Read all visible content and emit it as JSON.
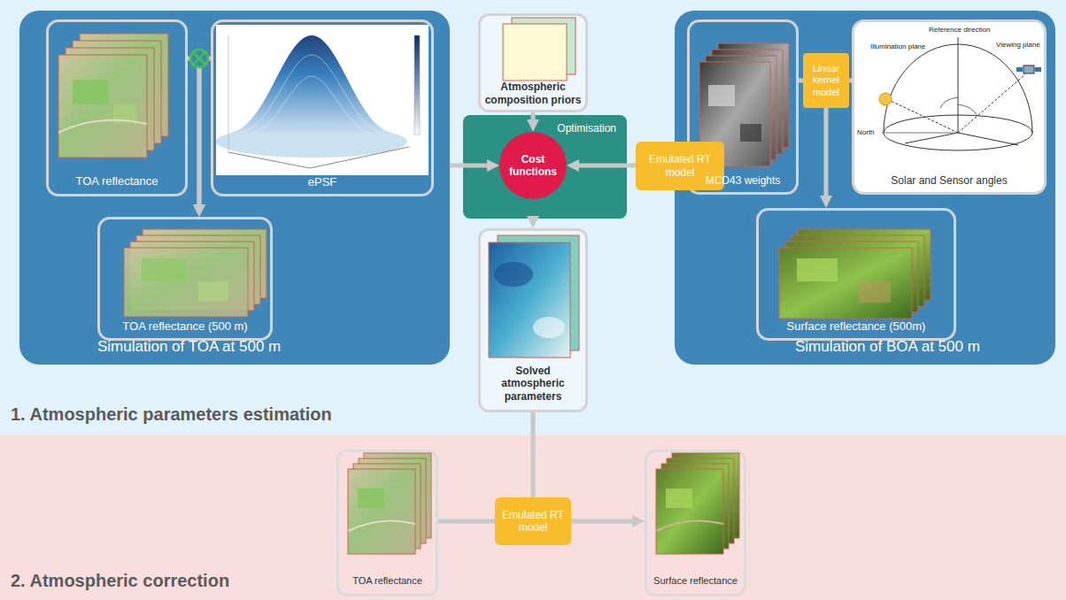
{
  "diagram": {
    "nodes": [
      {
        "text": [
          "1. Atmospheric parameters estimation"
        ]
      },
      {
        "text": [
          "Simulation of TOA at 500 m"
        ],
        "in": 0
      },
      {
        "text": [
          "TOA reflectance"
        ],
        "in": 1
      },
      {
        "text": [
          "ePSF"
        ],
        "in": 1
      },
      {
        "text": [
          "TOA reflectance (500 m)"
        ],
        "in": 1
      },
      {
        "text": [
          "Atmospheric composition priors"
        ],
        "in": 0
      },
      {
        "text": [
          "Optimisation"
        ],
        "in": 0
      },
      {
        "text": [
          "Cost functions"
        ],
        "in": 6
      },
      {
        "text": [
          "Emulated RT model"
        ],
        "in": 0
      },
      {
        "text": [
          "Simulation of BOA at 500 m"
        ],
        "in": 0
      },
      {
        "text": [
          "MCD43 weights"
        ],
        "in": 9
      },
      {
        "text": [
          "Linear kernel model"
        ],
        "in": 9
      },
      {
        "text": [
          "Solar and Sensor angles"
        ],
        "in": 9
      },
      {
        "text": [
          "Surface reflectance (500m)"
        ],
        "in": 9
      },
      {
        "text": [
          "Solved atmospheric parameters"
        ],
        "in": 0
      },
      {
        "text": [
          "2. Atmospheric correction"
        ]
      },
      {
        "text": [
          "TOA reflectance"
        ],
        "in": 15
      },
      {
        "text": [
          "Emulated RT model"
        ],
        "in": 15
      },
      {
        "text": [
          "Surface reflectance"
        ],
        "in": 15
      }
    ],
    "edges": [
      {
        "from": 1,
        "to": 7,
        "arrow": "to"
      },
      {
        "from": 2,
        "to": 4,
        "arrow": "to"
      },
      {
        "from": 3,
        "to": 4,
        "arrow": "to"
      },
      {
        "from": 5,
        "to": 7,
        "arrow": "to"
      },
      {
        "from": 8,
        "to": 7,
        "arrow": "to"
      },
      {
        "from": 6,
        "to": 14,
        "arrow": "to"
      },
      {
        "from": 10,
        "to": 11,
        "arrow": "none"
      },
      {
        "from": 12,
        "to": 11,
        "arrow": "none"
      },
      {
        "from": 11,
        "to": 13,
        "arrow": "to"
      },
      {
        "from": 14,
        "to": 17,
        "arrow": "none"
      },
      {
        "from": 16,
        "to": 17,
        "arrow": "none"
      },
      {
        "from": 17,
        "to": 18,
        "arrow": "to"
      }
    ],
    "labels": [
      "Illumination plane",
      "Reference direction",
      "Viewing plane",
      "North"
    ]
  }
}
